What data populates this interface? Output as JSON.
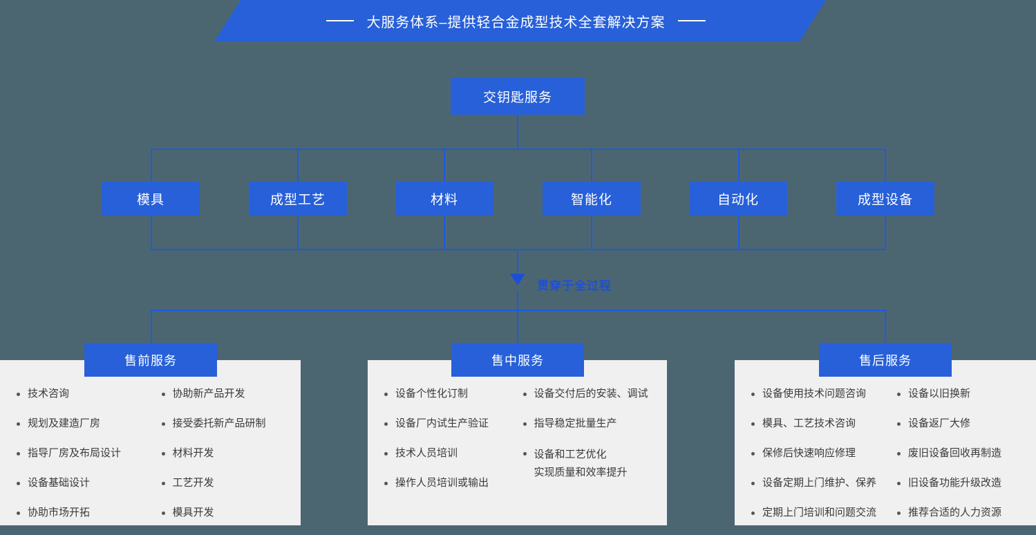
{
  "banner": {
    "title": "大服务体系–提供轻合金成型技术全套解决方案",
    "left_dash": "—",
    "right_dash": "—"
  },
  "root": {
    "label": "交钥匙服务"
  },
  "capabilities": [
    {
      "label": "模具"
    },
    {
      "label": "成型工艺"
    },
    {
      "label": "材料"
    },
    {
      "label": "智能化"
    },
    {
      "label": "自动化"
    },
    {
      "label": "成型设备"
    }
  ],
  "arrow_note": {
    "label": "贯穿于全过程"
  },
  "services": [
    {
      "title": "售前服务",
      "columns": [
        [
          "技术咨询",
          "规划及建造厂房",
          "指导厂房及布局设计",
          "设备基础设计",
          "协助市场开拓"
        ],
        [
          "协助新产品开发",
          "接受委托新产品研制",
          "材料开发",
          "工艺开发",
          "模具开发"
        ]
      ]
    },
    {
      "title": "售中服务",
      "columns": [
        [
          "设备个性化订制",
          "设备厂内试生产验证",
          "技术人员培训",
          "操作人员培训或输出"
        ],
        [
          "设备交付后的安装、调试",
          "指导稳定批量生产",
          "设备和工艺优化",
          "实现质量和效率提升"
        ]
      ]
    },
    {
      "title": "售后服务",
      "columns": [
        [
          "设备使用技术问题咨询",
          "模具、工艺技术咨询",
          "保修后快速响应修理",
          "设备定期上门维护、保养",
          "定期上门培训和问题交流"
        ],
        [
          "设备以旧换新",
          "设备返厂大修",
          "废旧设备回收再制造",
          "旧设备功能升级改造",
          "推荐合适的人力资源"
        ]
      ]
    }
  ],
  "colors": {
    "background": "#4c6671",
    "node_blue": "#2760d8",
    "line_blue": "#1c5ae0",
    "panel_gray": "#f0f0f0",
    "text_dark": "#3a3a3a"
  }
}
